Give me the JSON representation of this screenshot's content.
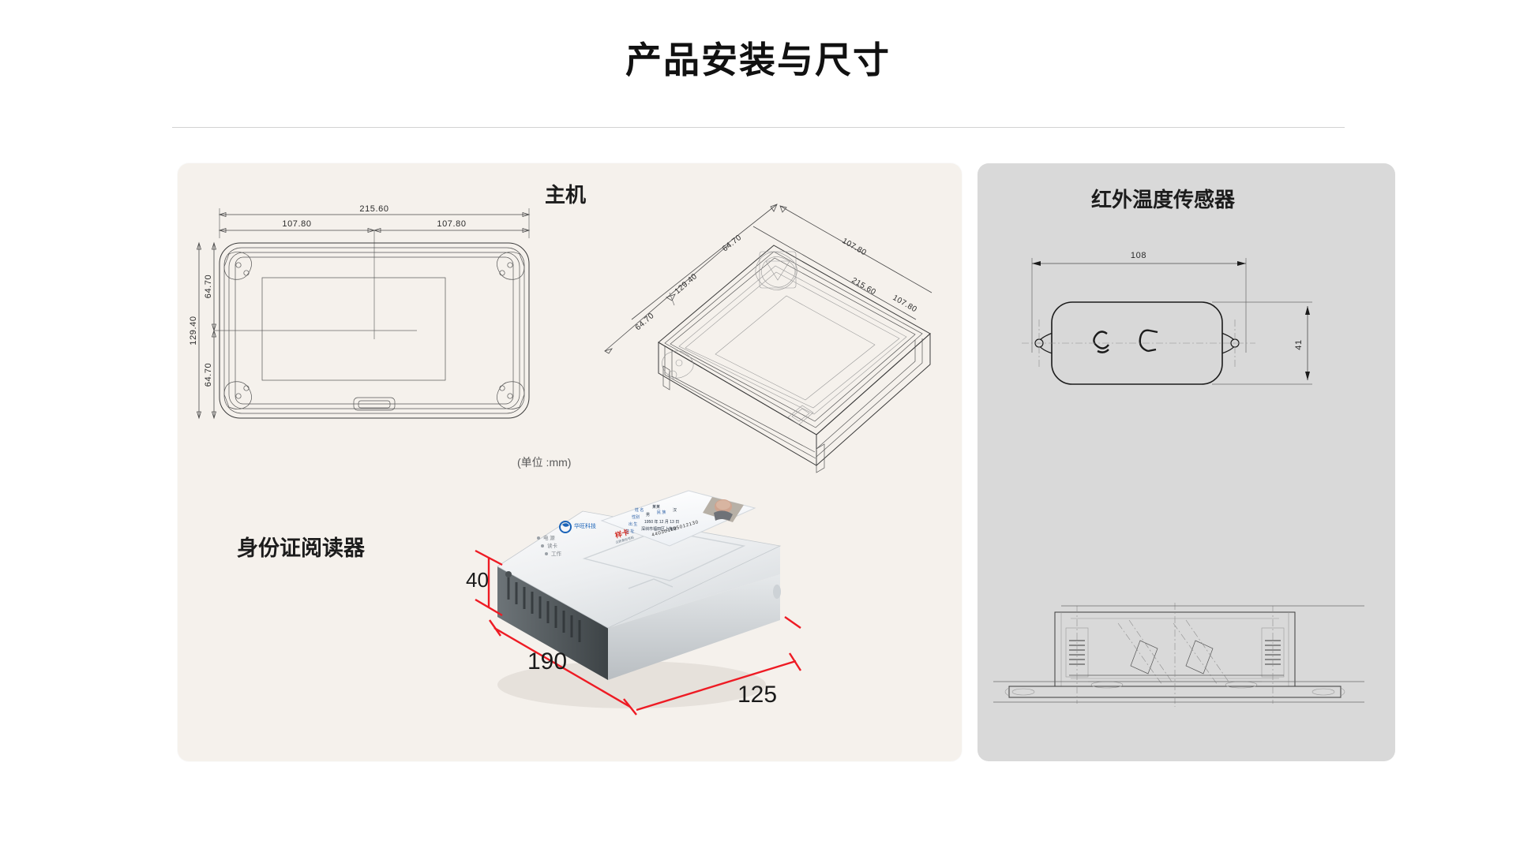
{
  "header": {
    "title": "产品安装与尺寸"
  },
  "panels": {
    "host": {
      "title": "主机",
      "unit_note": "(单位 :mm)",
      "reader_title": "身份证阅读器",
      "front_view": {
        "dim_total_width": "215.60",
        "dim_half_width_left": "107.80",
        "dim_half_width_right": "107.80",
        "dim_total_height": "129.40",
        "dim_half_height_top": "64.70",
        "dim_half_height_bottom": "64.70"
      },
      "iso_view": {
        "dim_a": "129.40",
        "dim_b": "64.70",
        "dim_c": "64.70",
        "dim_d": "107.80",
        "dim_e": "107.80",
        "dim_f": "215.60"
      },
      "reader_photo": {
        "dim_height": "40",
        "dim_length": "190",
        "dim_depth": "125",
        "card": {
          "label_name": "姓 名",
          "value_name": "某某",
          "label_sex": "性别",
          "value_sex": "男",
          "label_nation": "民 族",
          "value_nation": "汉",
          "label_birth": "出 生",
          "value_birth": "1950 年 12 月 13 日",
          "label_addr": "住 址",
          "value_addr": "深圳市福田区上梅林",
          "sample_mark": "样卡",
          "id_label": "公民身份号码",
          "id_number": "440301195012130"
        },
        "device_leds": [
          "电 源",
          "读卡",
          "工作"
        ],
        "brand": "华旺科技"
      }
    },
    "sensor": {
      "title": "红外温度传感器",
      "dim_width": "108",
      "dim_height": "41"
    }
  },
  "colors": {
    "panel_host_bg": "#f5f1ec",
    "panel_sensor_bg": "#d9d9d9",
    "title_color": "#111111",
    "rule_color": "#d2d2d2",
    "red_dimension": "#ee1b24"
  }
}
